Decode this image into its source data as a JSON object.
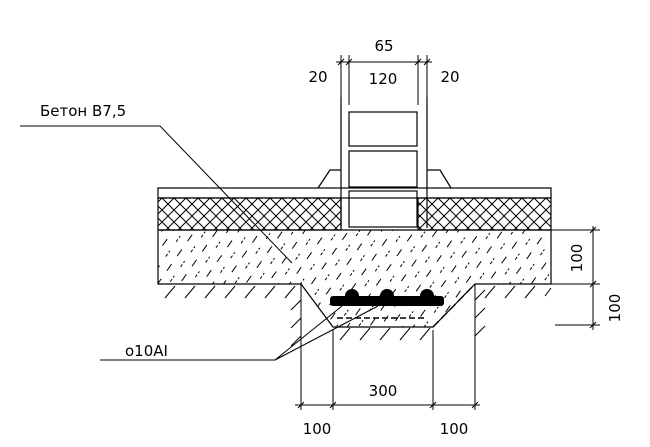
{
  "dimensions": {
    "top_total": "65",
    "top_left": "20",
    "top_mid": "120",
    "top_right": "20",
    "right_upper": "100",
    "right_lower": "100",
    "bottom_mid": "300",
    "bottom_left": "100",
    "bottom_right": "100"
  },
  "labels": {
    "concrete": "Бетон В7,5",
    "rebar": "о10АI"
  }
}
